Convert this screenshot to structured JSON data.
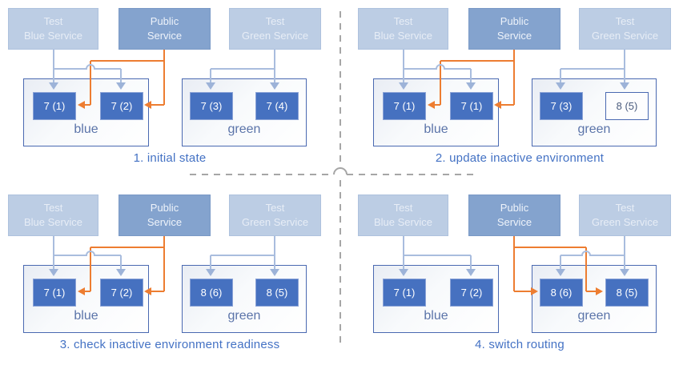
{
  "colors": {
    "pod_blue": "#4671c0",
    "public_service_blue": "#84a3ce",
    "test_service_light_blue": "#bccde4",
    "environment_border_blue": "#4a69b1",
    "environment_label_blue": "#5b74a9",
    "orange_route": "#ed7d31",
    "light_blue_route": "#a9bdde",
    "caption_blue": "#4472c4",
    "divider_gray": "#a6a6a6"
  },
  "quadrants": [
    {
      "caption": "1. initial state",
      "public_route": "blue",
      "services": {
        "test_blue": [
          "Test",
          "Blue Service"
        ],
        "public": [
          "Public",
          "Service"
        ],
        "test_green": [
          "Test",
          "Green Service"
        ]
      },
      "blue_env": {
        "label": "blue",
        "pods": [
          {
            "label": "7 (1)",
            "style": "solid"
          },
          {
            "label": "7 (2)",
            "style": "solid"
          }
        ]
      },
      "green_env": {
        "label": "green",
        "pods": [
          {
            "label": "7 (3)",
            "style": "solid"
          },
          {
            "label": "7 (4)",
            "style": "solid"
          }
        ]
      }
    },
    {
      "caption": "2. update inactive environment",
      "public_route": "blue",
      "services": {
        "test_blue": [
          "Test",
          "Blue Service"
        ],
        "public": [
          "Public",
          "Service"
        ],
        "test_green": [
          "Test",
          "Green Service"
        ]
      },
      "blue_env": {
        "label": "blue",
        "pods": [
          {
            "label": "7 (1)",
            "style": "solid"
          },
          {
            "label": "7 (1)",
            "style": "solid"
          }
        ]
      },
      "green_env": {
        "label": "green",
        "pods": [
          {
            "label": "7 (3)",
            "style": "solid"
          },
          {
            "label": "8 (5)",
            "style": "outline"
          }
        ]
      }
    },
    {
      "caption": "3. check inactive environment readiness",
      "public_route": "blue",
      "services": {
        "test_blue": [
          "Test",
          "Blue Service"
        ],
        "public": [
          "Public",
          "Service"
        ],
        "test_green": [
          "Test",
          "Green Service"
        ]
      },
      "blue_env": {
        "label": "blue",
        "pods": [
          {
            "label": "7 (1)",
            "style": "solid"
          },
          {
            "label": "7 (2)",
            "style": "solid"
          }
        ]
      },
      "green_env": {
        "label": "green",
        "pods": [
          {
            "label": "8 (6)",
            "style": "solid"
          },
          {
            "label": "8 (5)",
            "style": "solid"
          }
        ]
      }
    },
    {
      "caption": "4. switch routing",
      "public_route": "green",
      "services": {
        "test_blue": [
          "Test",
          "Blue Service"
        ],
        "public": [
          "Public",
          "Service"
        ],
        "test_green": [
          "Test",
          "Green Service"
        ]
      },
      "blue_env": {
        "label": "blue",
        "pods": [
          {
            "label": "7 (1)",
            "style": "solid"
          },
          {
            "label": "7 (2)",
            "style": "solid"
          }
        ]
      },
      "green_env": {
        "label": "green",
        "pods": [
          {
            "label": "8 (6)",
            "style": "solid"
          },
          {
            "label": "8 (5)",
            "style": "solid"
          }
        ]
      }
    }
  ]
}
